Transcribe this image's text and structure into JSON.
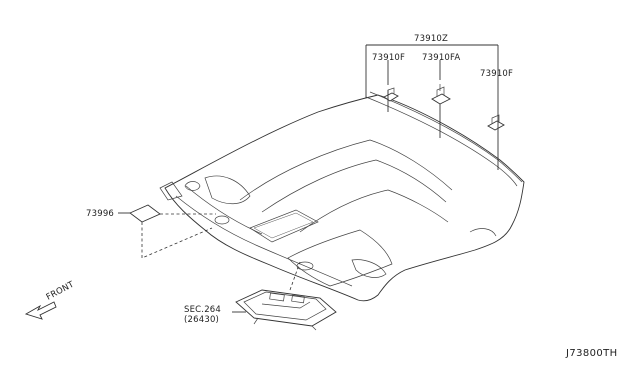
{
  "callouts": {
    "assembly": "73910Z",
    "clip_left": "73910F",
    "clip_center": "73910FA",
    "clip_right": "73910F",
    "pad": "73996",
    "lamp_sec": "SEC.264",
    "lamp_part": "(26430)"
  },
  "direction": {
    "label": "FRONT"
  },
  "diagram_code": "J73800TH",
  "icons": [
    "front-arrow-icon",
    "clip-icon",
    "pad-icon",
    "lamp-icon"
  ]
}
